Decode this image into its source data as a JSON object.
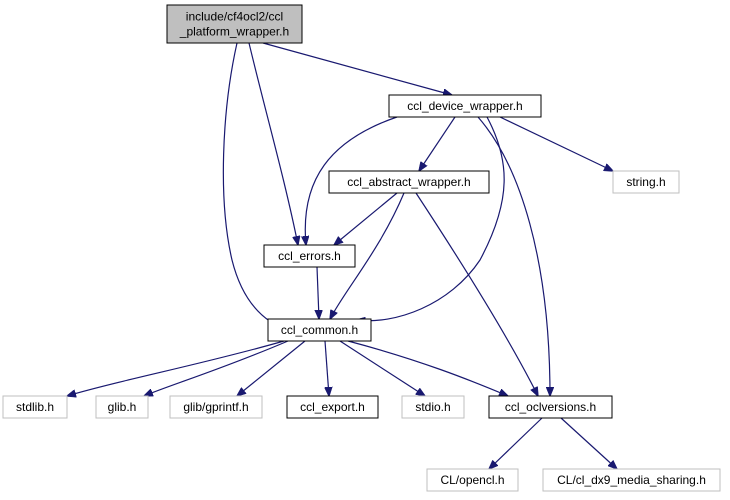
{
  "colors": {
    "edge": "#191970",
    "root_fill": "#bfbfbf",
    "node_border": "#000000",
    "external_border": "#bfbfbf",
    "background": "#ffffff"
  },
  "nodes": [
    {
      "id": "root",
      "lines": [
        "include/cf4ocl2/ccl",
        "_platform_wrapper.h"
      ],
      "kind": "root"
    },
    {
      "id": "device",
      "lines": [
        "ccl_device_wrapper.h"
      ],
      "kind": "internal"
    },
    {
      "id": "abstract",
      "lines": [
        "ccl_abstract_wrapper.h"
      ],
      "kind": "internal"
    },
    {
      "id": "string",
      "lines": [
        "string.h"
      ],
      "kind": "external"
    },
    {
      "id": "errors",
      "lines": [
        "ccl_errors.h"
      ],
      "kind": "internal"
    },
    {
      "id": "common",
      "lines": [
        "ccl_common.h"
      ],
      "kind": "internal"
    },
    {
      "id": "stdlib",
      "lines": [
        "stdlib.h"
      ],
      "kind": "external"
    },
    {
      "id": "glib",
      "lines": [
        "glib.h"
      ],
      "kind": "external"
    },
    {
      "id": "gprintf",
      "lines": [
        "glib/gprintf.h"
      ],
      "kind": "external"
    },
    {
      "id": "export",
      "lines": [
        "ccl_export.h"
      ],
      "kind": "internal"
    },
    {
      "id": "stdio",
      "lines": [
        "stdio.h"
      ],
      "kind": "external"
    },
    {
      "id": "oclversions",
      "lines": [
        "ccl_oclversions.h"
      ],
      "kind": "internal"
    },
    {
      "id": "opencl",
      "lines": [
        "CL/opencl.h"
      ],
      "kind": "external"
    },
    {
      "id": "dx9",
      "lines": [
        "CL/cl_dx9_media_sharing.h"
      ],
      "kind": "external"
    }
  ],
  "edges": [
    {
      "from": "root",
      "to": "device"
    },
    {
      "from": "root",
      "to": "errors"
    },
    {
      "from": "root",
      "to": "common"
    },
    {
      "from": "device",
      "to": "abstract"
    },
    {
      "from": "device",
      "to": "string"
    },
    {
      "from": "device",
      "to": "errors"
    },
    {
      "from": "device",
      "to": "common"
    },
    {
      "from": "device",
      "to": "oclversions"
    },
    {
      "from": "abstract",
      "to": "errors"
    },
    {
      "from": "abstract",
      "to": "common"
    },
    {
      "from": "abstract",
      "to": "oclversions"
    },
    {
      "from": "errors",
      "to": "common"
    },
    {
      "from": "common",
      "to": "stdlib"
    },
    {
      "from": "common",
      "to": "glib"
    },
    {
      "from": "common",
      "to": "gprintf"
    },
    {
      "from": "common",
      "to": "export"
    },
    {
      "from": "common",
      "to": "stdio"
    },
    {
      "from": "common",
      "to": "oclversions"
    },
    {
      "from": "oclversions",
      "to": "opencl"
    },
    {
      "from": "oclversions",
      "to": "dx9"
    }
  ]
}
